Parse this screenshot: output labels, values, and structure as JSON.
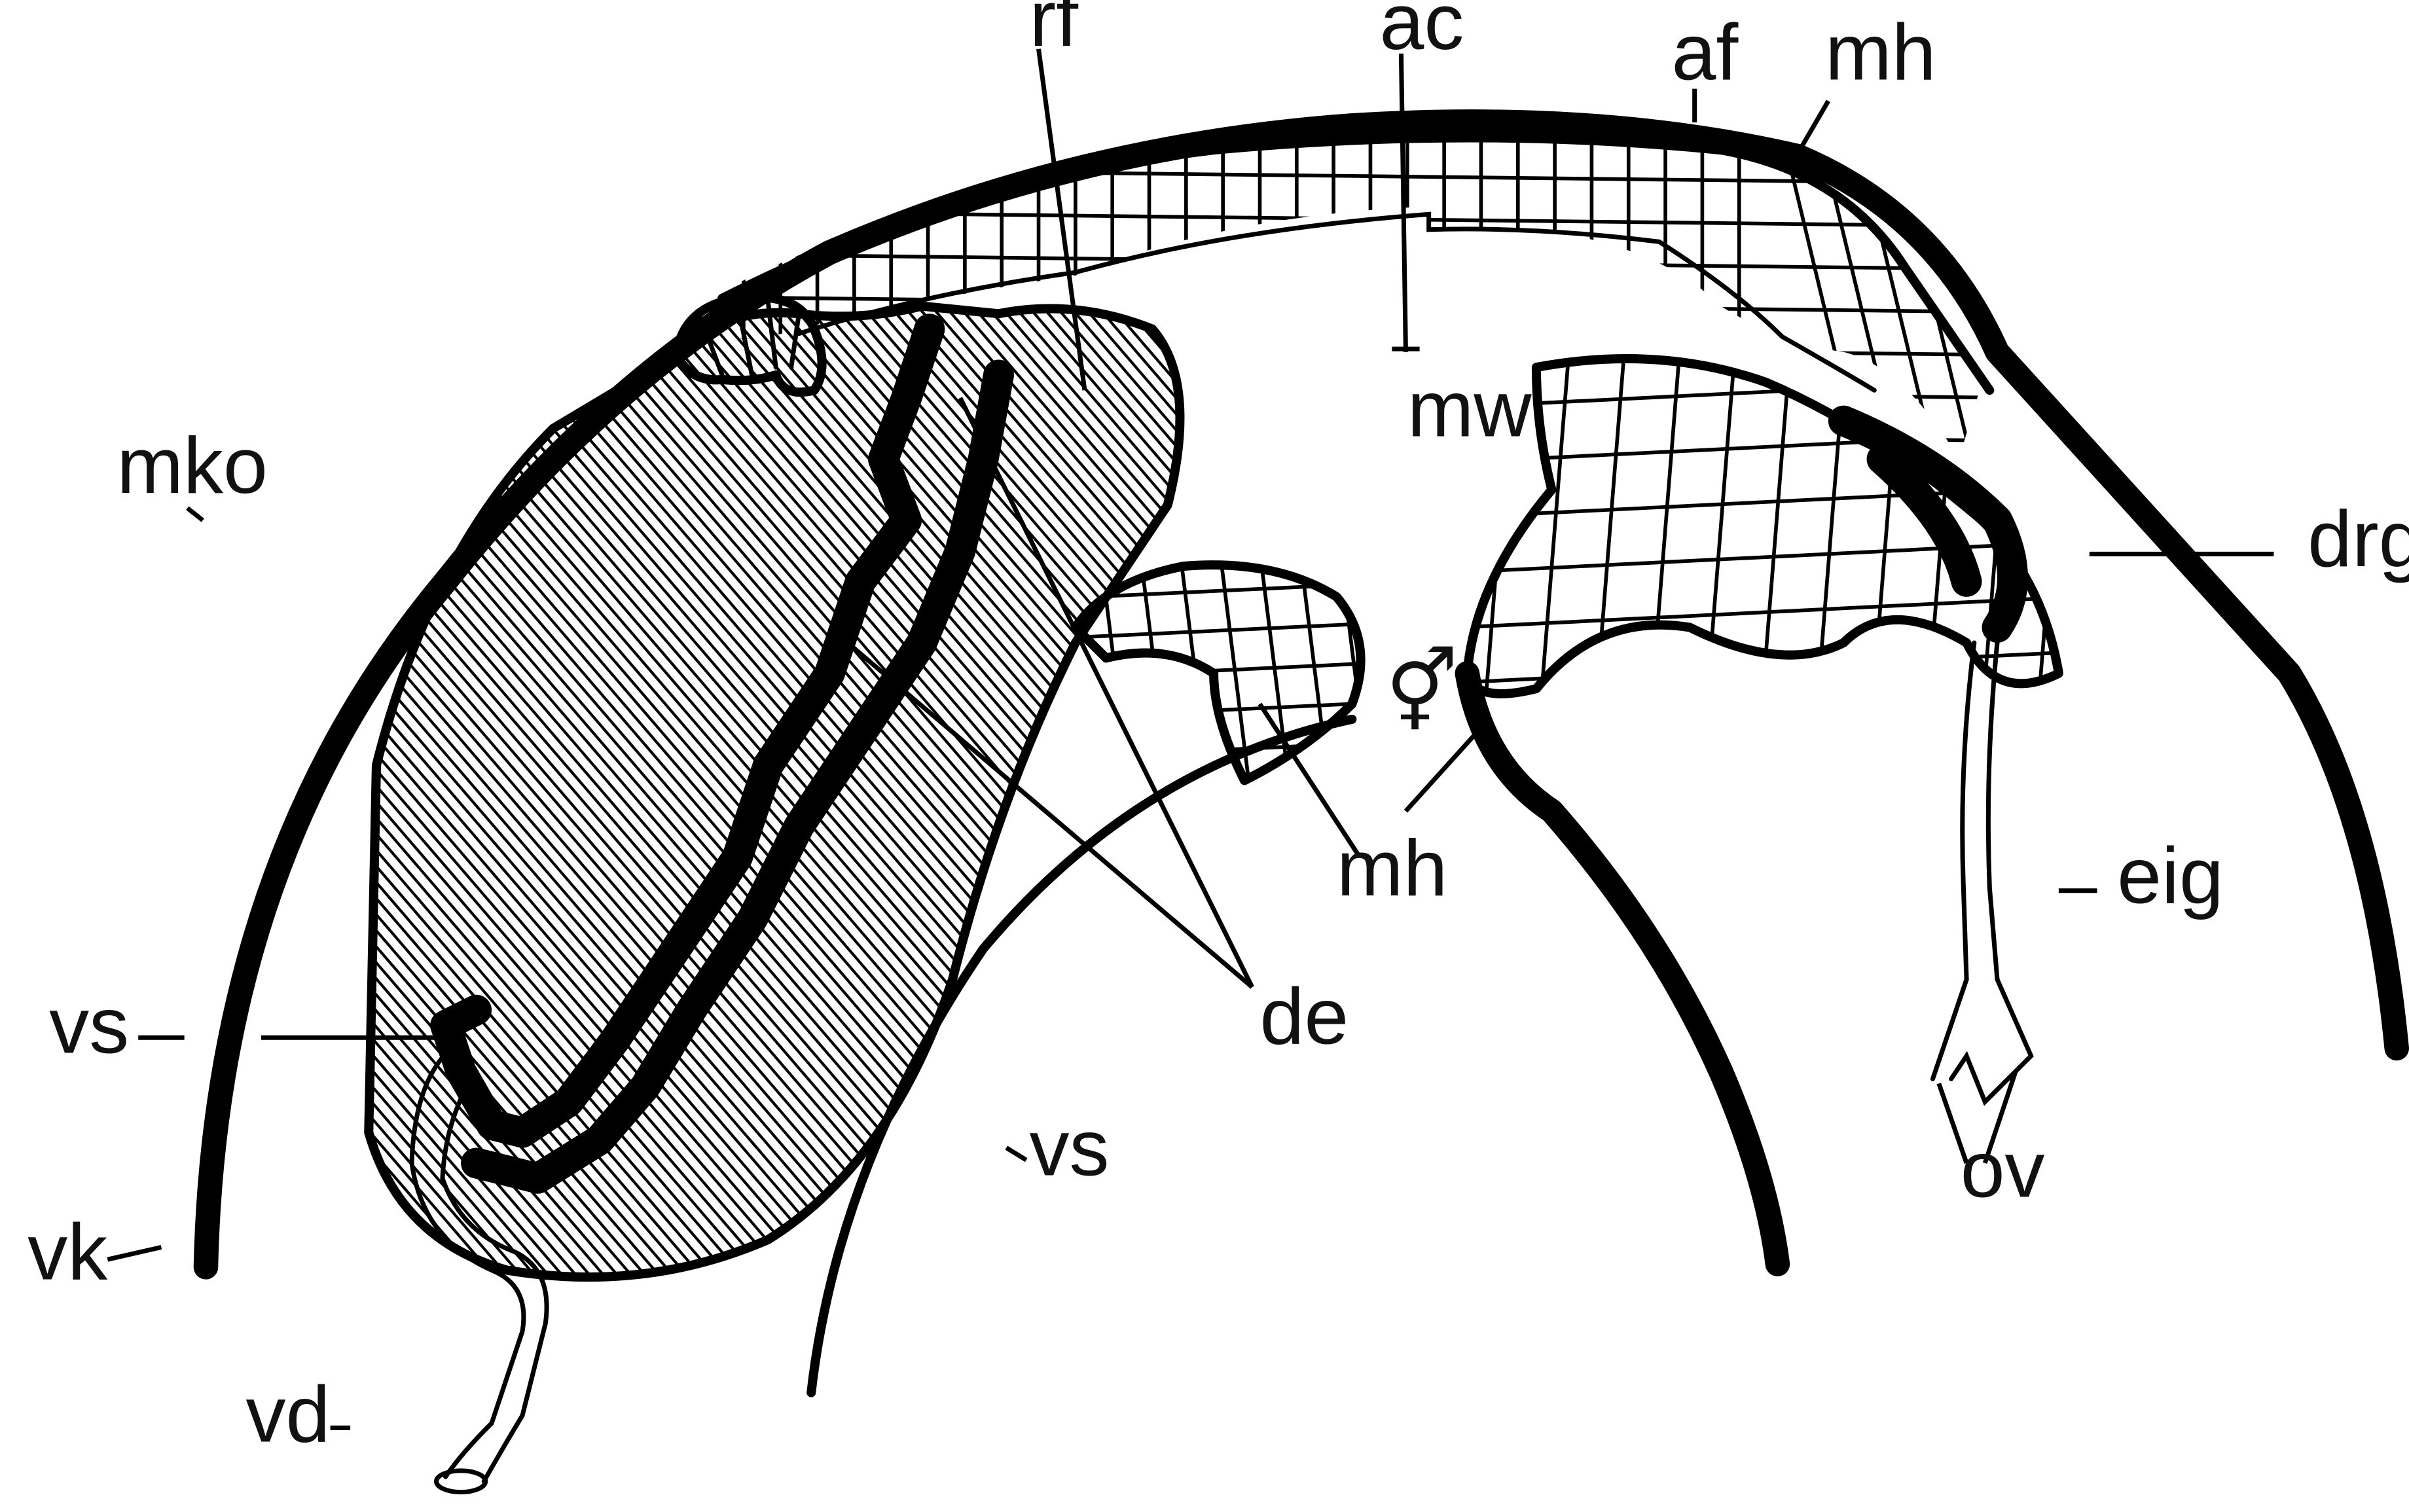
{
  "labels": {
    "rf": "rf",
    "ac": "ac",
    "af": "af",
    "mh_top": "mh",
    "mw": "mw",
    "mko": "mko",
    "drg": "drg",
    "hermaphrodite_symbol": "⚥",
    "mh_mid": "mh",
    "eig": "eig",
    "de": "de",
    "vs_left": "vs",
    "vs_mid": "vs",
    "ov": "ov",
    "vk": "vk",
    "vd": "vd"
  }
}
